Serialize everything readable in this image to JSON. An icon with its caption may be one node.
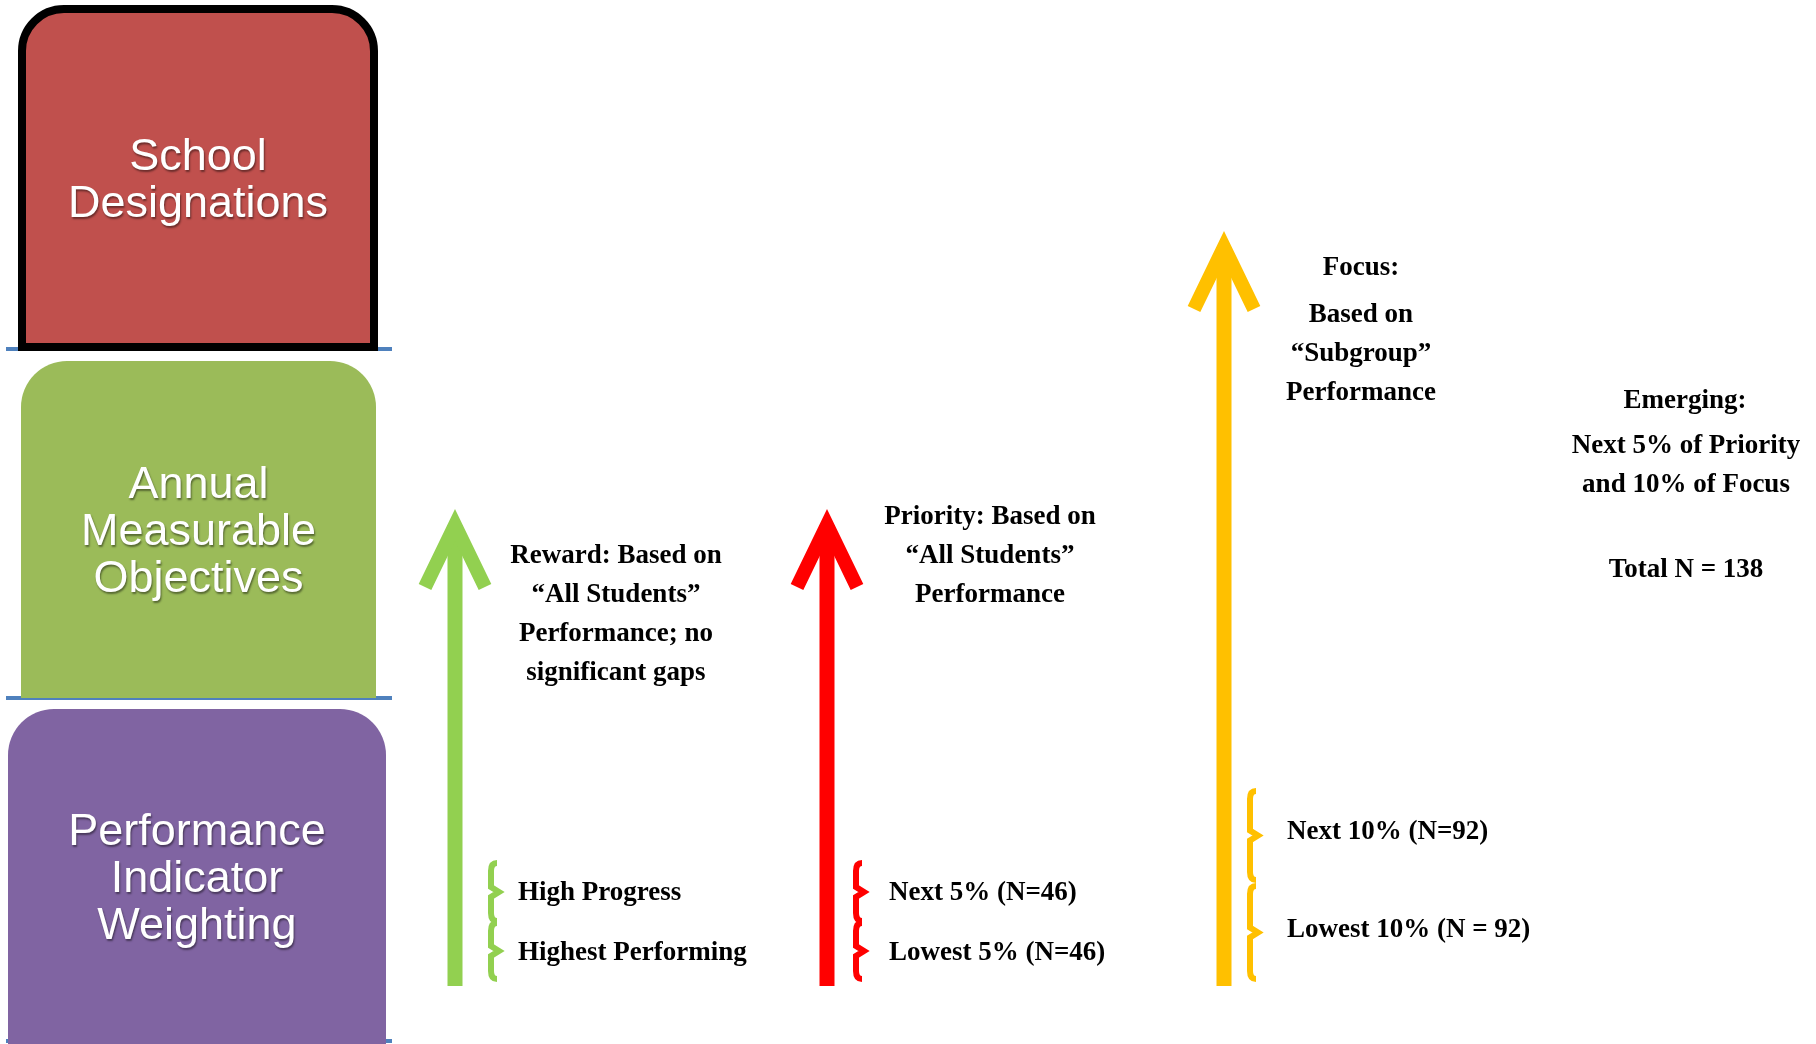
{
  "diagram": {
    "nodes": [
      {
        "text": [
          "School Designations"
        ]
      },
      {
        "text": [
          "Annual Measurable Objectives"
        ]
      },
      {
        "text": [
          "Performance Indicator Weighting"
        ]
      }
    ],
    "labels": [
      "Focus:",
      "Based on “Subgroup” Performance",
      "Emerging:",
      "Next 5% of Priority and 10% of Focus",
      "Total N = 138",
      "Priority:  Based on “All Students” Performance",
      "Reward:  Based on “All Students” Performance; no significant gaps",
      "Next 10% (N=92)",
      "High Progress",
      "Next 5% (N=46)",
      "Lowest 10% (N = 92)",
      "Highest Performing",
      "Lowest 5% (N=46)"
    ]
  }
}
